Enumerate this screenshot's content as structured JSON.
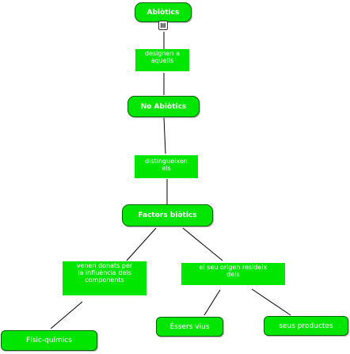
{
  "diagram": {
    "nodes": {
      "abiotics": "Abiòtics",
      "no_abiotics": "No Abiòtics",
      "factors_biotics": "Factors biòtics",
      "fisic_quimics": "Físic-químics",
      "essers_vius": "Éssers vius",
      "seus_productes": "seus productes"
    },
    "linking_phrases": {
      "designen": [
        "designen a",
        "aquells"
      ],
      "distingueixen": [
        "distingueixen",
        "els"
      ],
      "venen": [
        "venen donats per",
        "la influència dels",
        "components"
      ],
      "origen": [
        "el seu origen resideix",
        "dels"
      ]
    },
    "icons": {
      "resource": "attachment-icon"
    },
    "colors": {
      "node_fill": "#00e600",
      "node_border": "#006400",
      "line": "#000000"
    }
  }
}
